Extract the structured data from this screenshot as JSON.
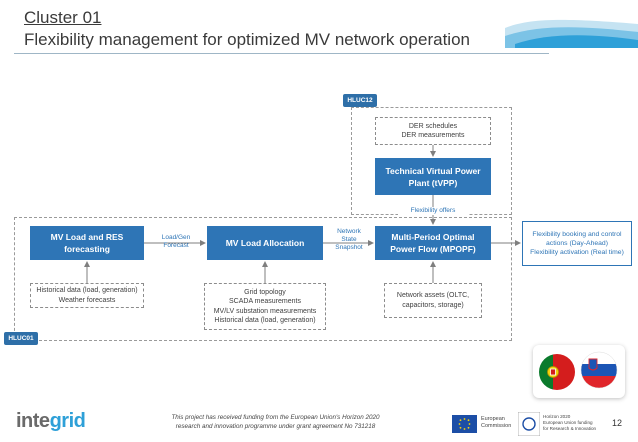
{
  "header": {
    "title_line1": "Cluster 01",
    "title_line2": "Flexibility management for optimized MV network operation"
  },
  "tags": {
    "hluc12": "HLUC12",
    "hluc01": "HLUC01"
  },
  "boxes": {
    "der": "DER schedules\nDER measurements",
    "tvpp": "Technical Virtual Power\nPlant (tVPP)",
    "mvload": "MV Load and RES\nforecasting",
    "alloc": "MV Load Allocation",
    "mpopf": "Multi-Period Optimal\nPower Flow (MPOPF)",
    "hist": "Historical data (load, generation)\nWeather forecasts",
    "grid": "Grid topology\nSCADA measurements\nMV/LV substation measurements\nHistorical data (load, generation)",
    "assets": "Network assets (OLTC,\ncapacitors, storage)"
  },
  "flow_labels": {
    "loadgen": "Load/Gen\nForecast",
    "netstate": "Network\nState\nSnapshot",
    "flex": "Flexibility offers"
  },
  "output": {
    "line1": "Flexibility booking and control",
    "line2": "actions (Day-Ahead)",
    "line3": "Flexibility activation (Real time)"
  },
  "footer": {
    "logo_part1": "inte",
    "logo_part2": "grid",
    "funding_line1": "This project has received funding from the European Union's Horizon 2020",
    "funding_line2": "research and innovation programme under grant agreement No 731218",
    "eu_line1": "European",
    "eu_line2": "Commission",
    "horizon_line1": "Horizon 2020",
    "horizon_line2": "European Union funding",
    "horizon_line3": "for Research & Innovation",
    "page_number": "12"
  },
  "colors": {
    "accent_blue": "#2e75b6",
    "tag_blue": "#2e6fa8",
    "logo_blue": "#2ea0d8"
  },
  "flags": [
    "Portugal",
    "Slovenia"
  ]
}
